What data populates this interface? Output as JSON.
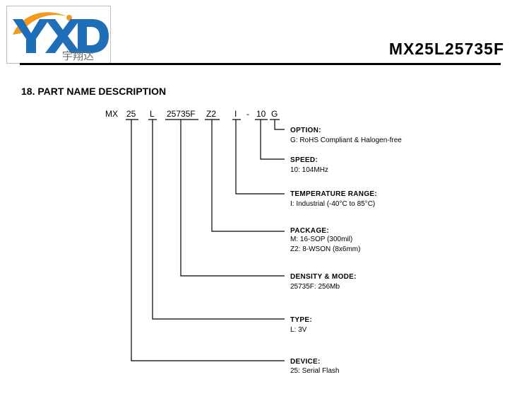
{
  "header": {
    "logo": {
      "letters": "YXD",
      "cn_text": "宇翔达"
    },
    "doc_title": "MX25L25735F"
  },
  "section": {
    "title": "18. PART NAME DESCRIPTION",
    "part_number": {
      "prefix": "MX",
      "device": "25",
      "type": "L",
      "density": "25735F",
      "package": "Z2",
      "temperature": "I",
      "dash": "-",
      "speed": "10",
      "option": "G"
    },
    "fields": {
      "option": {
        "title": "OPTION:",
        "values": [
          "G: RoHS Compliant & Halogen-free"
        ]
      },
      "speed": {
        "title": "SPEED:",
        "values": [
          "10: 104MHz"
        ]
      },
      "temperature": {
        "title": "TEMPERATURE RANGE:",
        "values": [
          "I: Industrial (-40°C to 85°C)"
        ]
      },
      "package": {
        "title": "PACKAGE:",
        "values": [
          "M: 16-SOP (300mil)",
          "Z2: 8-WSON (8x6mm)"
        ]
      },
      "density": {
        "title": "DENSITY & MODE:",
        "values": [
          "25735F: 256Mb"
        ]
      },
      "type": {
        "title": "TYPE:",
        "values": [
          "L: 3V"
        ]
      },
      "device": {
        "title": "DEVICE:",
        "values": [
          "25: Serial Flash"
        ]
      }
    }
  },
  "colors": {
    "logo_blue": "#1f6fb8",
    "logo_orange": "#f39a1e",
    "text": "#000000"
  }
}
